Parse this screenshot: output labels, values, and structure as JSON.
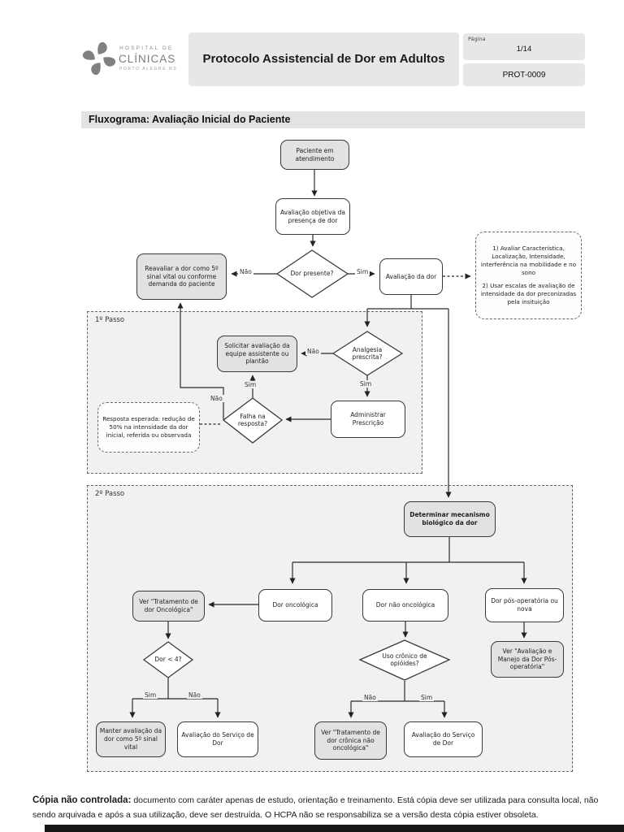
{
  "header": {
    "logo": {
      "line1": "HOSPITAL DE",
      "line2": "CLÍNICAS",
      "line3": "PORTO ALEGRE   RS"
    },
    "title": "Protocolo Assistencial de Dor em Adultos",
    "page_label": "Página",
    "page_value": "1/14",
    "doc_code": "PROT-0009"
  },
  "section_title": "Fluxograma: Avaliação Inicial do Paciente",
  "diagram": {
    "sections": {
      "passo1": "1º Passo",
      "passo2": "2º Passo"
    },
    "nodes": {
      "paciente": "Paciente em atendimento",
      "avaliacao_objetiva": "Avaliação objetiva da presença de dor",
      "reavaliar": "Reavaliar a dor como 5º sinal vital ou conforme demanda do paciente",
      "avaliacao_dor": "Avaliação da dor",
      "solicitar": "Solicitar avaliação da equipe assistente ou plantão",
      "administrar": "Administrar Prescrição",
      "determinar": "Determinar mecanismo biológico da dor",
      "dor_oncologica": "Dor oncológica",
      "dor_nao_oncologica": "Dor não oncológica",
      "dor_pos_operatoria": "Dor pós-operatória ou nova",
      "ver_tratamento_oncologica": "Ver \"Tratamento de dor Oncológica\"",
      "ver_manejo_pos": "Ver \"Avaliação e Manejo da Dor Pós-operatória\"",
      "manter_avaliacao": "Manter avaliação da dor como 5º sinal vital",
      "avaliacao_servico_1": "Avaliação do Serviço de Dor",
      "ver_tratamento_cronica": "Ver \"Tratamento de dor crônica não oncológica\"",
      "avaliacao_servico_2": "Avaliação do Serviço de Dor"
    },
    "decisions": {
      "dor_presente": "Dor presente?",
      "analgesia": "Analgesia prescrita?",
      "falha": "Falha na resposta?",
      "dor_menor_4": "Dor < 4?",
      "uso_cronico": "Uso crônico de opióides?"
    },
    "notes": {
      "avaliacao_item1": "1) Avaliar Característica, Localização, Intensidade, interferência na mobilidade e no sono",
      "avaliacao_item2": "2) Usar escalas de avaliação de intensidade da dor preconizadas pela insituição",
      "resposta": "Resposta esperada: redução de 50% na intensidade da dor inicial, referida ou observada"
    },
    "labels": {
      "sim": "Sim",
      "nao": "Não"
    }
  },
  "footer": {
    "bold": "Cópia não controlada:",
    "text": " documento com caráter apenas de estudo, orientação e treinamento. Está cópia deve ser utilizada para consulta local, não sendo arquivada e após a sua utilização, deve ser destruída. O HCPA não se responsabiliza se a versão desta cópia estiver obsoleta."
  },
  "colors": {
    "node_gray": "#e2e2e2",
    "section_bg": "#f1f1f1",
    "header_box": "#e7e7e7",
    "line": "#2b2b2b"
  }
}
